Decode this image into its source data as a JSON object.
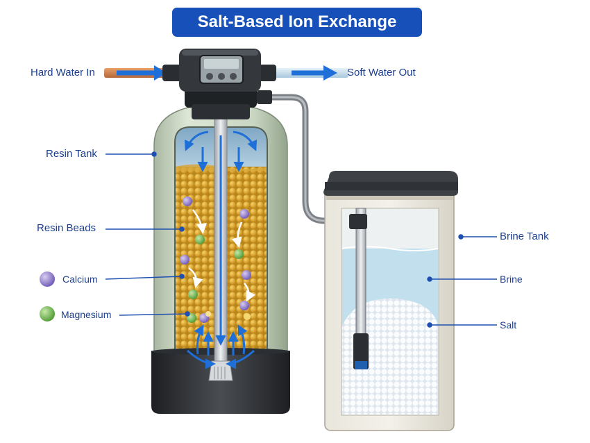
{
  "title": "Salt-Based Ion Exchange",
  "labels": {
    "hard_water_in": "Hard Water In",
    "soft_water_out": "Soft Water Out",
    "resin_tank": "Resin Tank",
    "resin_beads": "Resin Beads",
    "calcium": "Calcium",
    "magnesium": "Magnesium",
    "brine_tank": "Brine Tank",
    "brine": "Brine",
    "salt": "Salt"
  },
  "colors": {
    "title_bg": "#1650b8",
    "label_text": "#1c3f8f",
    "leader_line": "#1f4fb0",
    "flow_arrow": "#1e6fd8",
    "resin_bead": "#e0aa2c",
    "calcium": "#8a72c8",
    "magnesium": "#63a845",
    "tank_shell": "#c9d6c2",
    "brine_water": "#b9dcec",
    "salt": "#f4f7fa"
  },
  "icons": [
    "calcium-ion-icon",
    "magnesium-ion-icon",
    "control-display-icon",
    "inlet-arrow-icon",
    "outlet-arrow-icon"
  ]
}
